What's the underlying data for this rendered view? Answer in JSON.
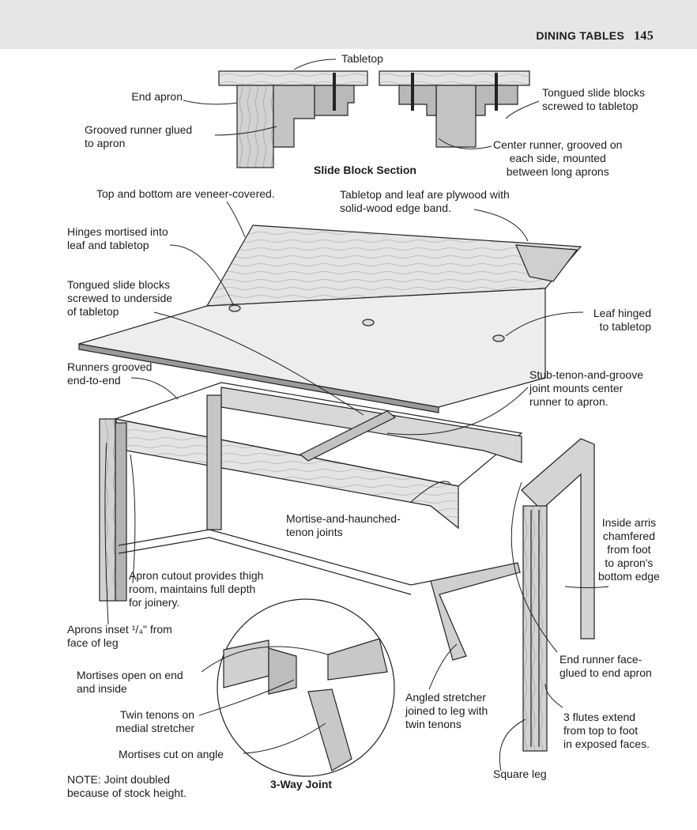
{
  "header": {
    "section": "DINING TABLES",
    "page_number": "145"
  },
  "captions": {
    "slide_block_section": "Slide Block Section",
    "three_way_joint": "3-Way Joint"
  },
  "labels": {
    "tabletop": "Tabletop",
    "end_apron": "End apron",
    "grooved_runner_1": "Grooved runner glued",
    "grooved_runner_2": "to apron",
    "tongued_blocks_1": "Tongued slide blocks",
    "tongued_blocks_2": "screwed to tabletop",
    "center_runner_1": "Center runner, grooved on",
    "center_runner_2": "each side, mounted",
    "center_runner_3": "between long aprons",
    "veneer": "Top and bottom are veneer-covered.",
    "plywood_1": "Tabletop and leaf are plywood with",
    "plywood_2": "solid-wood edge band.",
    "hinges_1": "Hinges mortised into",
    "hinges_2": "leaf and tabletop",
    "slide_blocks_1": "Tongued slide blocks",
    "slide_blocks_2": "screwed to underside",
    "slide_blocks_3": "of tabletop",
    "leaf_hinged_1": "Leaf hinged",
    "leaf_hinged_2": "to tabletop",
    "runners_1": "Runners grooved",
    "runners_2": "end-to-end",
    "stub_tenon_1": "Stub-tenon-and-groove",
    "stub_tenon_2": "joint mounts center",
    "stub_tenon_3": "runner to apron.",
    "mortise_haunched_1": "Mortise-and-haunched-",
    "mortise_haunched_2": "tenon joints",
    "arris_1": "Inside arris",
    "arris_2": "chamfered",
    "arris_3": "from foot",
    "arris_4": "to apron's",
    "arris_5": "bottom edge",
    "apron_cutout_1": "Apron cutout provides thigh",
    "apron_cutout_2": "room, maintains full depth",
    "apron_cutout_3": "for joinery.",
    "aprons_inset_1": "Aprons inset ¹/₄\" from",
    "aprons_inset_2": "face of leg",
    "end_runner_1": "End runner face-",
    "end_runner_2": "glued to end apron",
    "mortises_open_1": "Mortises open on end",
    "mortises_open_2": "and inside",
    "twin_tenons_1": "Twin tenons on",
    "twin_tenons_2": "medial stretcher",
    "angled_stretcher_1": "Angled stretcher",
    "angled_stretcher_2": "joined to leg with",
    "angled_stretcher_3": "twin tenons",
    "flutes_1": "3 flutes extend",
    "flutes_2": "from top to foot",
    "flutes_3": "in exposed faces.",
    "mortises_angle": "Mortises cut on angle",
    "square_leg": "Square leg",
    "note_1": "NOTE: Joint doubled",
    "note_2": "because of stock height."
  },
  "colors": {
    "wood_light": "#ececec",
    "wood_mid": "#c9c9c9",
    "wood_dark": "#9a9a9a",
    "line": "#222222",
    "band": "#e6e6e6"
  }
}
